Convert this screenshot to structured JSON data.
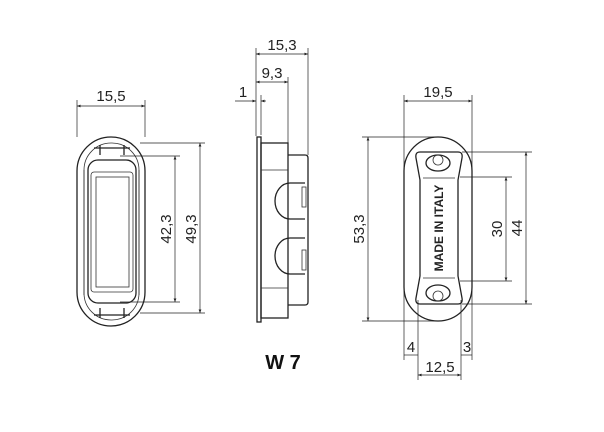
{
  "model_label": "W 7",
  "front_view": {
    "width": "15,5",
    "inner_height": "42,3",
    "outer_height": "49,3"
  },
  "side_view": {
    "total_depth": "15,3",
    "body_depth": "9,3",
    "plate_thickness": "1"
  },
  "striker_view": {
    "width": "19,5",
    "height": "53,3",
    "plate_height": "44",
    "hole_spacing": "30",
    "left_offset": "4",
    "right_offset": "3",
    "plate_width": "12,5",
    "engraving": "MADE IN ITALY"
  }
}
